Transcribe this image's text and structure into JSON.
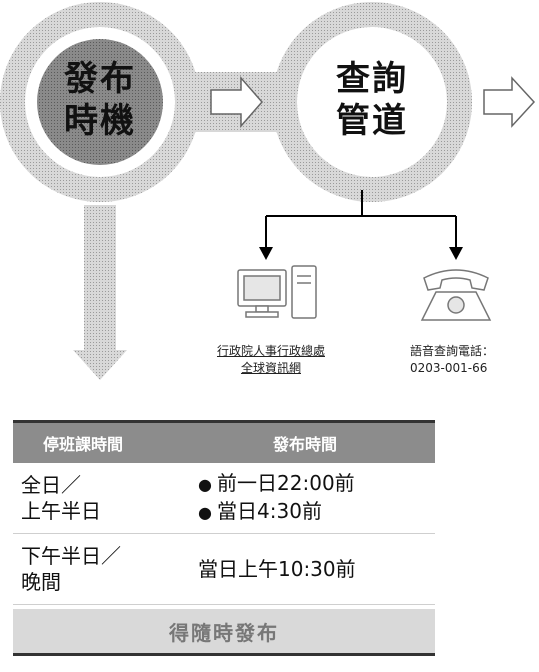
{
  "flow": {
    "step1": {
      "line1": "發布",
      "line2": "時機"
    },
    "step2": {
      "line1": "查詢",
      "line2": "管道"
    }
  },
  "channels": {
    "website": {
      "label": "行政院人事行政總處\n全球資訊網",
      "icon": "computer-icon"
    },
    "phone": {
      "label": "語音查詢電話：\n0203-001-66",
      "icon": "telephone-icon"
    }
  },
  "table": {
    "header": {
      "col1": "停班課時間",
      "col2": "發布時間"
    },
    "rows": [
      {
        "col1": "全日／\n上午半日",
        "col2": [
          "前一日22:00前",
          "當日4:30前"
        ]
      },
      {
        "col1": "下午半日／\n晚間",
        "col2": [
          "當日上午10:30前"
        ]
      }
    ],
    "footer": "得隨時發布"
  }
}
